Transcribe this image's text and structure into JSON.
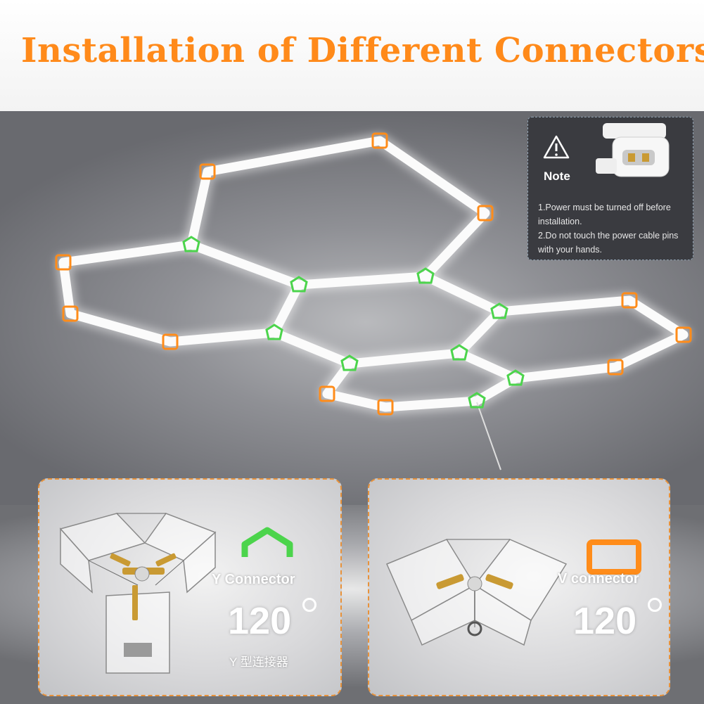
{
  "banner": {
    "title": "Installation of Different Connectors"
  },
  "note": {
    "heading": "Note",
    "line1": "1.Power must be turned off before installation.",
    "line2": "2.Do not touch the power cable pins with your hands."
  },
  "connectors": {
    "y": {
      "name": "Y Connector",
      "angle": "120",
      "cn": "Y 型连接器",
      "color": "#4cd44c"
    },
    "v": {
      "name": "V connector",
      "angle": "120",
      "color": "#ff8c1a"
    }
  },
  "colors": {
    "title": "#ff8a1a",
    "y_marker": "#4cd44c",
    "v_marker": "#ff8c1a"
  }
}
